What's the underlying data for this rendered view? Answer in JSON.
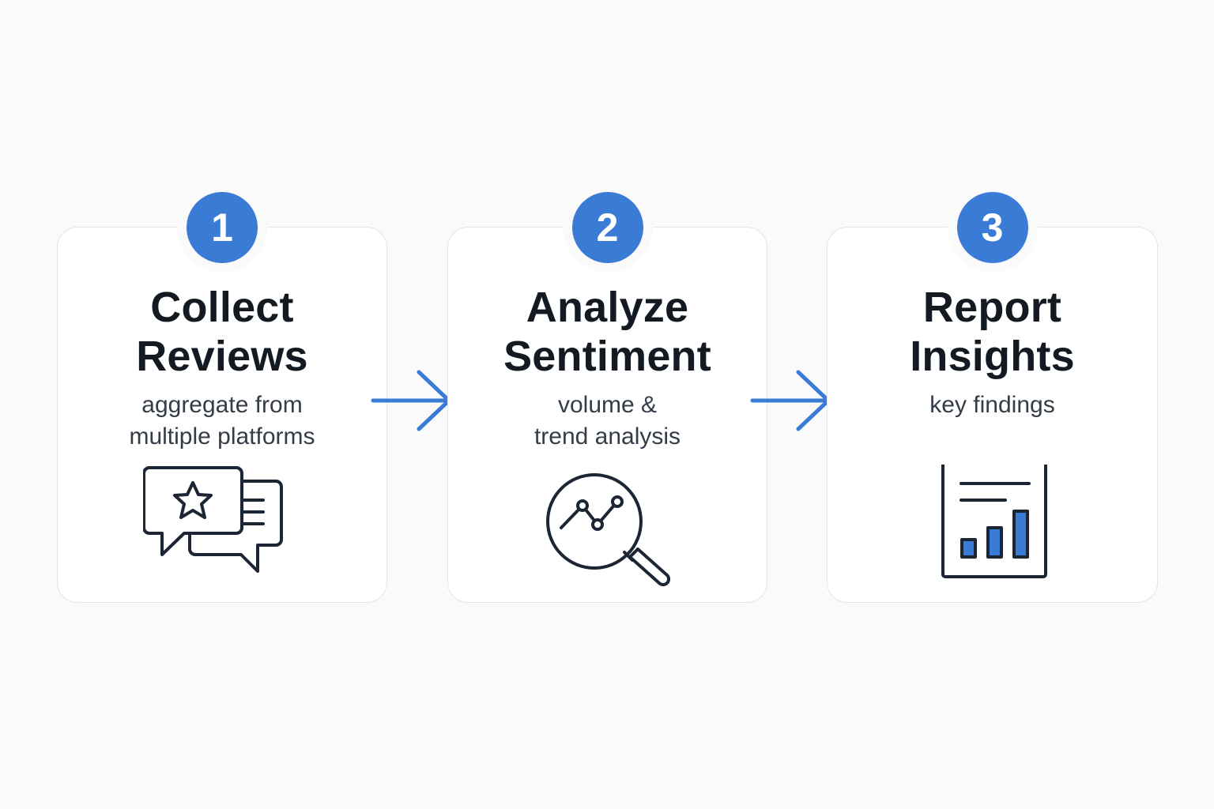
{
  "steps": [
    {
      "number": "1",
      "title_line1": "Collect",
      "title_line2": "Reviews",
      "desc_line1": "aggregate from",
      "desc_line2": "multiple platforms",
      "icon": "review-chat-icon"
    },
    {
      "number": "2",
      "title_line1": "Analyze",
      "title_line2": "Sentiment",
      "desc_line1": "volume &",
      "desc_line2": "trend analysis",
      "icon": "trend-magnifier-icon"
    },
    {
      "number": "3",
      "title_line1": "Report",
      "title_line2": "Insights",
      "desc_line1": "key findings",
      "desc_line2": "",
      "icon": "report-chart-icon"
    }
  ],
  "colors": {
    "accent": "#3a7bd5",
    "text": "#141a22",
    "subtext": "#343c48",
    "background": "#fafafa",
    "card_border": "#e3e5e8"
  }
}
